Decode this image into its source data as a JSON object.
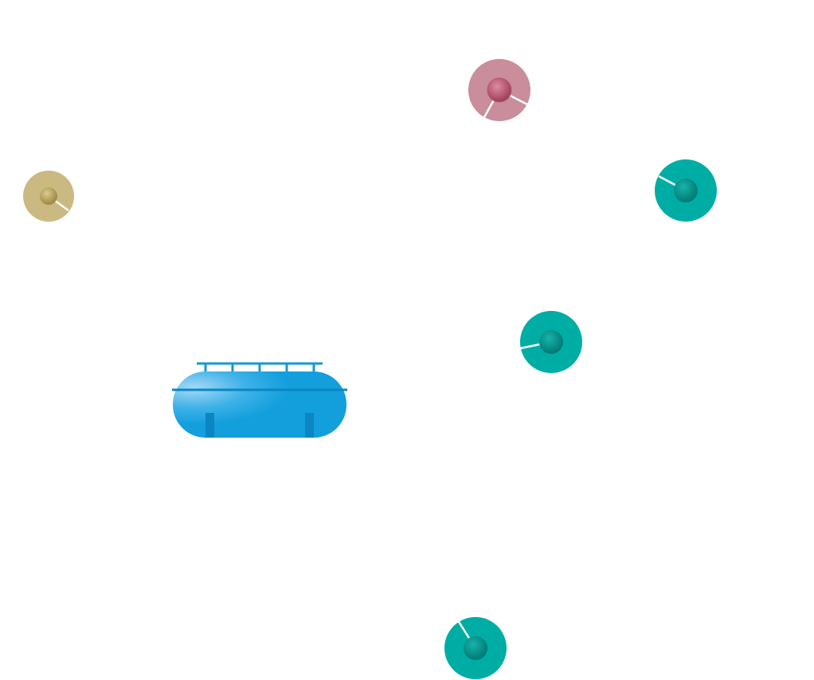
{
  "tank": {
    "icon": "horizontal-storage-tank-icon",
    "color": "#129fdc",
    "highlight": "#8ccdf2",
    "accent": "#0a86c4"
  },
  "nodes": [
    {
      "id": "node-pink",
      "icon": "circular-gauge-icon",
      "ring_color": "#c98d9b",
      "core_color": "#b8576f"
    },
    {
      "id": "node-teal-right",
      "icon": "circular-gauge-icon",
      "ring_color": "#00ada5",
      "core_color": "#008c85"
    },
    {
      "id": "node-gold",
      "icon": "circular-gauge-icon",
      "ring_color": "#cbb982",
      "core_color": "#b39c55"
    },
    {
      "id": "node-teal-center",
      "icon": "circular-gauge-icon",
      "ring_color": "#00ada5",
      "core_color": "#008c85"
    },
    {
      "id": "node-teal-bottom",
      "icon": "circular-gauge-icon",
      "ring_color": "#00ada5",
      "core_color": "#008c85"
    }
  ]
}
